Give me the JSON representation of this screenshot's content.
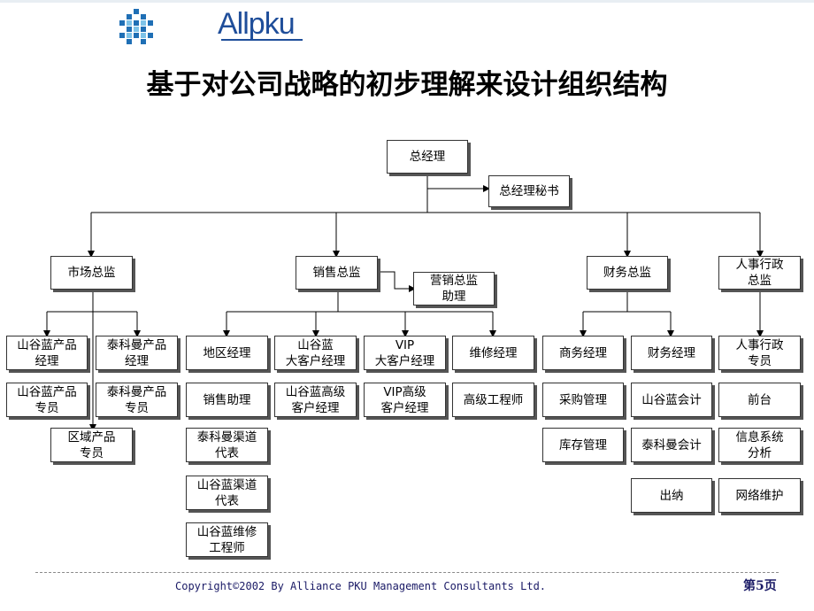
{
  "logo_text": "Allpku",
  "title": "基于对公司战略的初步理解来设计组织结构",
  "nodes": {
    "gm": "总经理",
    "gm_secretary": "总经理秘书",
    "marketing_director": "市场总监",
    "sales_director": "销售总监",
    "sales_assistant": "营销总监\n助理",
    "finance_director": "财务总监",
    "hr_director": "人事行政\n总监",
    "sgl_product_manager": "山谷蓝产品\n经理",
    "tkm_product_manager": "泰科曼产品\n经理",
    "sgl_product_specialist": "山谷蓝产品\n专员",
    "tkm_product_specialist": "泰科曼产品\n专员",
    "regional_product_specialist": "区域产品\n专员",
    "regional_manager": "地区经理",
    "sgl_key_account_manager": "山谷蓝\n大客户经理",
    "vip_key_account_manager": "VIP\n大客户经理",
    "maintenance_manager": "维修经理",
    "sales_assistant_staff": "销售助理",
    "sgl_senior_account_manager": "山谷蓝高级\n客户经理",
    "vip_senior_account_manager": "VIP高级\n客户经理",
    "senior_engineer": "高级工程师",
    "tkm_channel_rep": "泰科曼渠道\n代表",
    "sgl_channel_rep": "山谷蓝渠道\n代表",
    "sgl_maintenance_engineer": "山谷蓝维修\n工程师",
    "business_manager": "商务经理",
    "finance_manager": "财务经理",
    "purchasing_mgmt": "采购管理",
    "inventory_mgmt": "库存管理",
    "sgl_accountant": "山谷蓝会计",
    "tkm_accountant": "泰科曼会计",
    "cashier": "出纳",
    "hr_admin_specialist": "人事行政\n专员",
    "reception": "前台",
    "info_systems_analysis": "信息系统\n分析",
    "network_maintenance": "网络维护"
  },
  "footer": {
    "copyright": "Copyright©2002 By Alliance PKU Management Consultants Ltd.",
    "page": "第5页"
  }
}
